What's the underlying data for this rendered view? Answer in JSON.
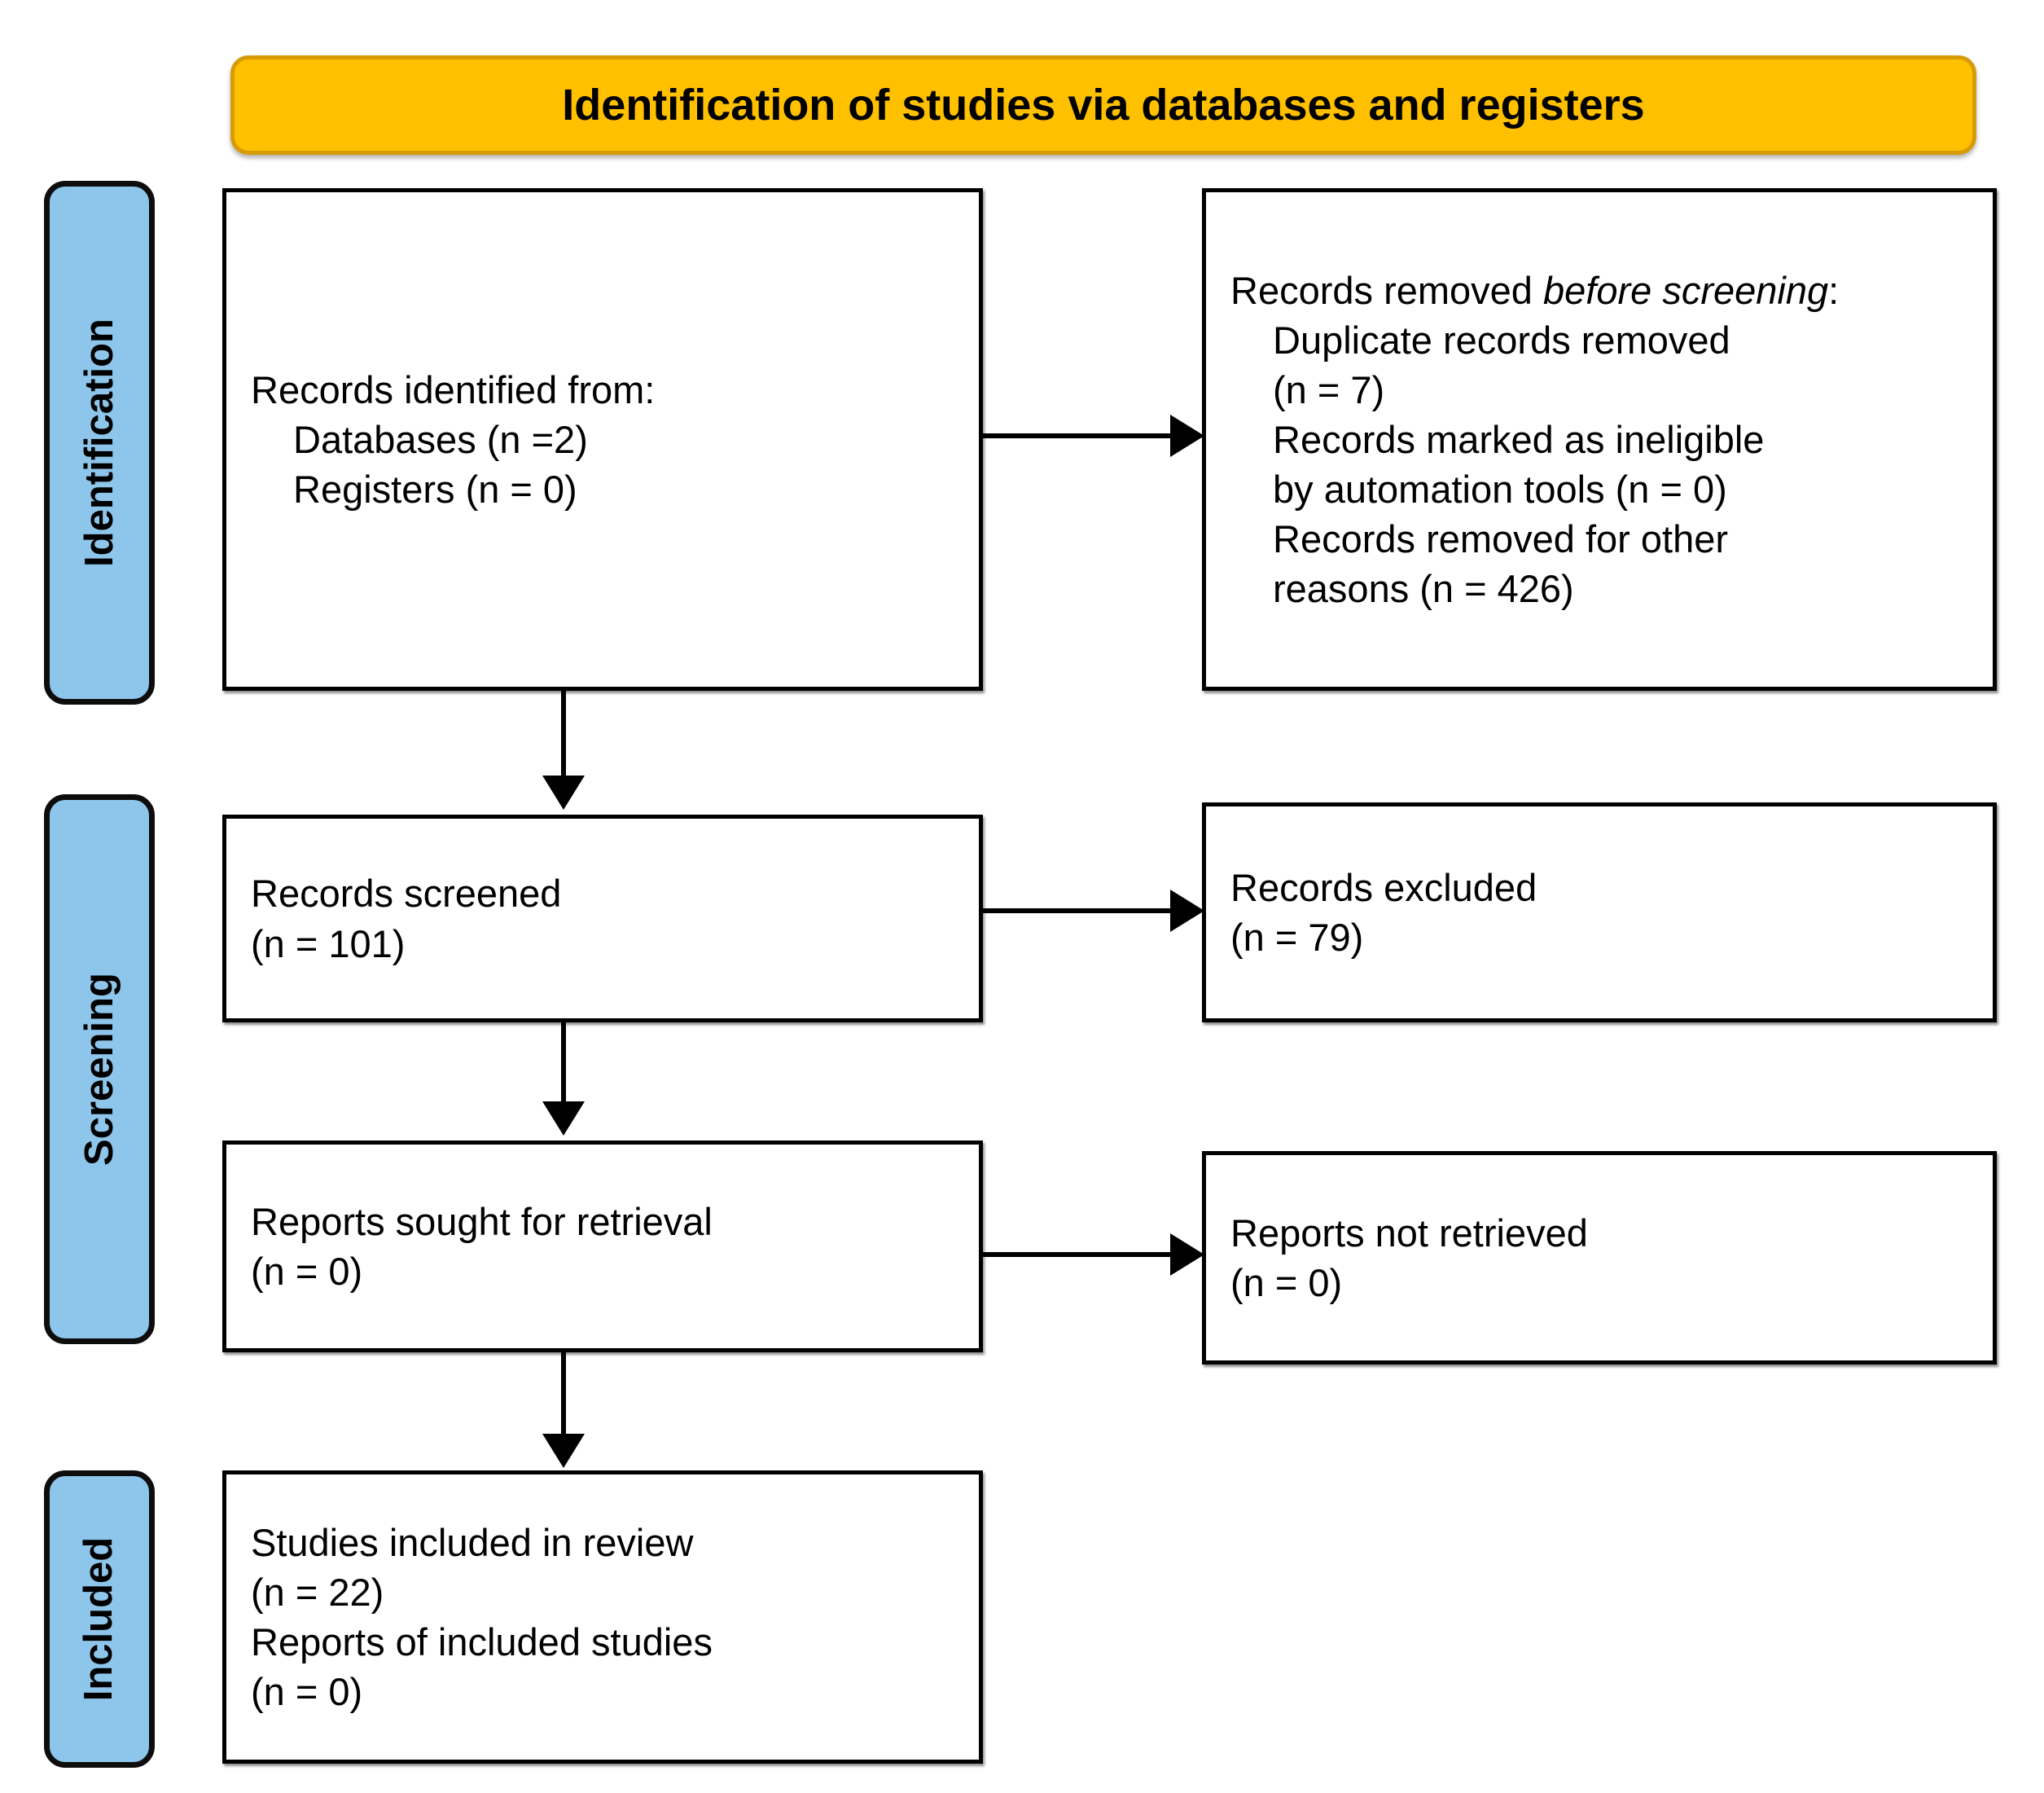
{
  "header": {
    "title": "Identification of studies via databases and registers",
    "fill_color": "#FFC000",
    "border_color": "#D79B06"
  },
  "phases": [
    {
      "name": "identification",
      "label": "Identification",
      "fill_color": "#8EC5EA"
    },
    {
      "name": "screening",
      "label": "Screening",
      "fill_color": "#8EC5EA"
    },
    {
      "name": "included",
      "label": "Included",
      "fill_color": "#8EC5EA"
    }
  ],
  "boxes": {
    "identified": {
      "line1": "Records identified from:",
      "line2": "Databases (n =2)",
      "line3": "Registers (n = 0)"
    },
    "removed": {
      "lead_plain": "Records removed ",
      "lead_italic_a": "before",
      "lead_italic_b": "screening",
      "lead_colon": ":",
      "line1": "Duplicate records removed",
      "line2": "(n = 7)",
      "line3": "Records marked as ineligible",
      "line4": "by automation tools (n = 0)",
      "line5": "Records removed for other",
      "line6": "reasons (n = 426)"
    },
    "screened": {
      "line1": "Records screened",
      "line2": "(n = 101)"
    },
    "excluded": {
      "line1": "Records excluded",
      "line2": "(n = 79)"
    },
    "sought": {
      "line1": "Reports sought for retrieval",
      "line2": "(n = 0)"
    },
    "not_retrieved": {
      "line1": "Reports not retrieved",
      "line2": "(n = 0)"
    },
    "included": {
      "line1": "Studies included in review",
      "line2": "(n = 22)",
      "line3": "Reports of included studies",
      "line4": "(n = 0)"
    }
  },
  "chart_data": {
    "type": "diagram",
    "title": "Identification of studies via databases and registers",
    "diagram_kind": "PRISMA 2020 flow diagram",
    "phases": [
      "Identification",
      "Screening",
      "Included"
    ],
    "nodes": [
      {
        "id": "identified",
        "phase": "Identification",
        "label": "Records identified from: Databases (n =2) Registers (n = 0)",
        "values": {
          "Databases": 2,
          "Registers": 0
        }
      },
      {
        "id": "removed",
        "phase": "Identification",
        "label": "Records removed before screening",
        "values": {
          "Duplicate records removed": 7,
          "Records marked as ineligible by automation tools": 0,
          "Records removed for other reasons": 426
        }
      },
      {
        "id": "screened",
        "phase": "Screening",
        "label": "Records screened",
        "values": {
          "n": 101
        }
      },
      {
        "id": "excluded",
        "phase": "Screening",
        "label": "Records excluded",
        "values": {
          "n": 79
        }
      },
      {
        "id": "sought",
        "phase": "Screening",
        "label": "Reports sought for retrieval",
        "values": {
          "n": 0
        }
      },
      {
        "id": "not_retrieved",
        "phase": "Screening",
        "label": "Reports not retrieved",
        "values": {
          "n": 0
        }
      },
      {
        "id": "included",
        "phase": "Included",
        "label": "Studies included in review / Reports of included studies",
        "values": {
          "Studies included in review": 22,
          "Reports of included studies": 0
        }
      }
    ],
    "edges": [
      {
        "from": "identified",
        "to": "removed",
        "direction": "right"
      },
      {
        "from": "identified",
        "to": "screened",
        "direction": "down"
      },
      {
        "from": "screened",
        "to": "excluded",
        "direction": "right"
      },
      {
        "from": "screened",
        "to": "sought",
        "direction": "down"
      },
      {
        "from": "sought",
        "to": "not_retrieved",
        "direction": "right"
      },
      {
        "from": "sought",
        "to": "included",
        "direction": "down"
      }
    ]
  }
}
